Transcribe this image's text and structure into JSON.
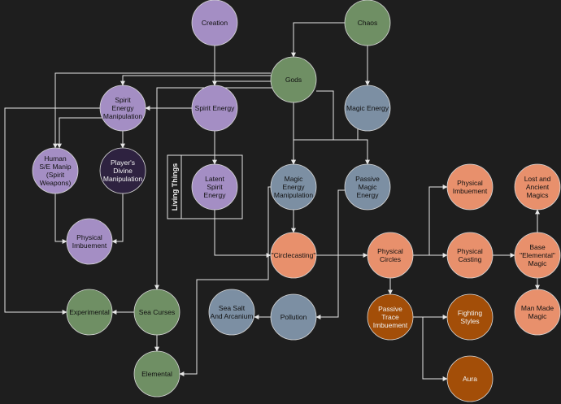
{
  "group": {
    "label": "Living Things"
  },
  "colors": {
    "background": "#1e1e1e",
    "edge": "#e6e6e6",
    "purple": "#a48ec4",
    "dark_purple": "#2e2240",
    "green": "#6f8f64",
    "slate": "#7c8fa3",
    "salmon": "#e8906c",
    "brown": "#a34e08"
  },
  "nodes": [
    {
      "id": "creation",
      "lines": [
        "Creation"
      ],
      "color": "purple"
    },
    {
      "id": "chaos",
      "lines": [
        "Chaos"
      ],
      "color": "green"
    },
    {
      "id": "gods",
      "lines": [
        "Gods"
      ],
      "color": "green"
    },
    {
      "id": "spirit-energy-manip",
      "lines": [
        "Spirit",
        "Energy",
        "Manipulation"
      ],
      "color": "purple"
    },
    {
      "id": "spirit-energy",
      "lines": [
        "Spirit Energy"
      ],
      "color": "purple"
    },
    {
      "id": "magic-energy",
      "lines": [
        "Magic Energy"
      ],
      "color": "slate"
    },
    {
      "id": "human-se-manip",
      "lines": [
        "Human",
        "S/E Manip",
        "(Spirit",
        "Weapons)"
      ],
      "color": "purple"
    },
    {
      "id": "divine-manip",
      "lines": [
        "Player's",
        "Divine",
        "Manipulation"
      ],
      "color": "dark_purple",
      "light": true
    },
    {
      "id": "latent-spirit",
      "lines": [
        "Latent",
        "Spirit",
        "Energy"
      ],
      "color": "purple"
    },
    {
      "id": "magic-energy-manip",
      "lines": [
        "Magic",
        "Energy",
        "Manipulation"
      ],
      "color": "slate"
    },
    {
      "id": "passive-magic",
      "lines": [
        "Passive",
        "Magic",
        "Energy"
      ],
      "color": "slate"
    },
    {
      "id": "physical-imbuement-top",
      "lines": [
        "Physical",
        "Imbuement"
      ],
      "color": "salmon"
    },
    {
      "id": "lost-ancient",
      "lines": [
        "Lost and",
        "Ancient",
        "Magics"
      ],
      "color": "salmon"
    },
    {
      "id": "physical-imbuement-left",
      "lines": [
        "Physical",
        "Imbuement"
      ],
      "color": "purple"
    },
    {
      "id": "circlecasting",
      "lines": [
        "\"Circlecasting\""
      ],
      "color": "salmon"
    },
    {
      "id": "physical-circles",
      "lines": [
        "Physical",
        "Circles"
      ],
      "color": "salmon"
    },
    {
      "id": "physical-casting",
      "lines": [
        "Physical",
        "Casting"
      ],
      "color": "salmon"
    },
    {
      "id": "base-elemental",
      "lines": [
        "Base",
        "\"Elemental\"",
        "Magic"
      ],
      "color": "salmon"
    },
    {
      "id": "experimental",
      "lines": [
        "Experimental"
      ],
      "color": "green"
    },
    {
      "id": "sea-curses",
      "lines": [
        "Sea Curses"
      ],
      "color": "green"
    },
    {
      "id": "sea-salt",
      "lines": [
        "Sea Salt",
        "And Arcanium"
      ],
      "color": "slate"
    },
    {
      "id": "pollution",
      "lines": [
        "Pollution"
      ],
      "color": "slate"
    },
    {
      "id": "passive-trace",
      "lines": [
        "Passive",
        "Trace",
        "Imbuement"
      ],
      "color": "brown",
      "light": true
    },
    {
      "id": "fighting-styles",
      "lines": [
        "Fighting",
        "Styles"
      ],
      "color": "brown",
      "light": true
    },
    {
      "id": "man-made",
      "lines": [
        "Man Made",
        "Magic"
      ],
      "color": "salmon"
    },
    {
      "id": "elemental",
      "lines": [
        "Elemental"
      ],
      "color": "green"
    },
    {
      "id": "aura",
      "lines": [
        "Aura"
      ],
      "color": "brown",
      "light": true
    }
  ]
}
